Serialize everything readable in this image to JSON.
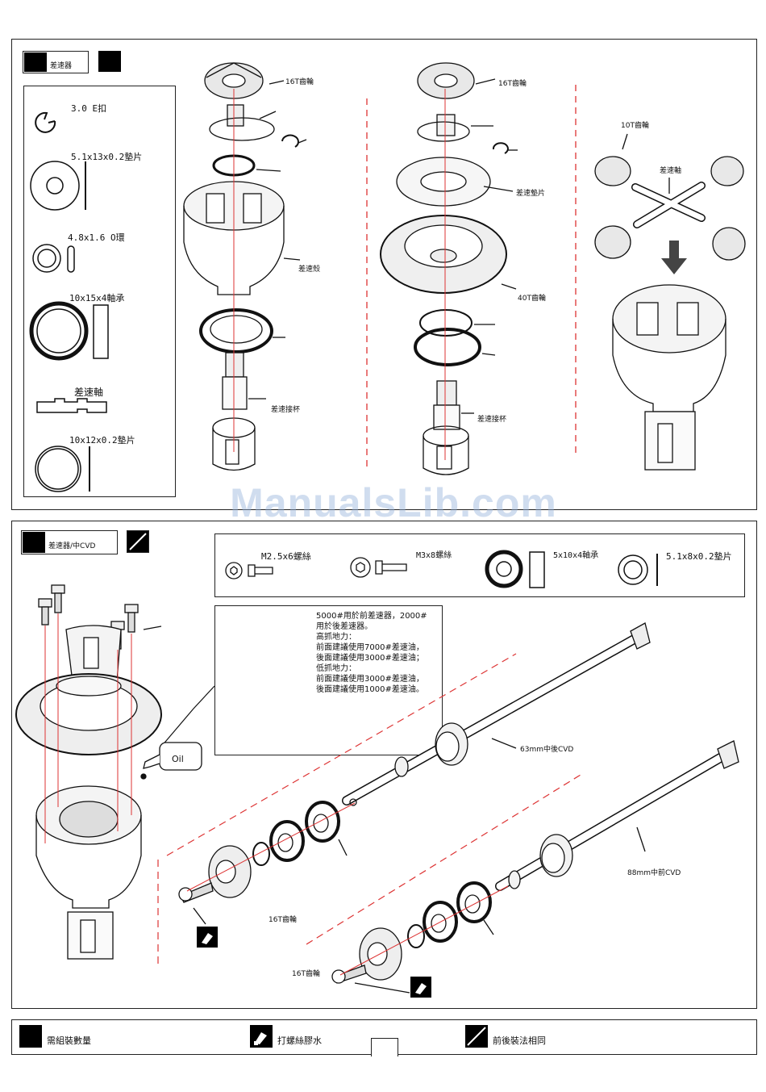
{
  "watermark": "ManualsLib.com",
  "section1": {
    "title": "差速器",
    "parts": [
      {
        "label": "3.0 E扣",
        "icon": "e-clip-icon"
      },
      {
        "label": "5.1x13x0.2墊片",
        "icon": "washer-icon"
      },
      {
        "label": "4.8x1.6 O環",
        "icon": "o-ring-icon"
      },
      {
        "label": "10x15x4軸承",
        "icon": "bearing-icon"
      },
      {
        "label": "差速軸",
        "icon": "shaft-icon"
      },
      {
        "label": "10x12x0.2墊片",
        "icon": "shim-icon"
      }
    ],
    "callouts": {
      "gear16_a": "16T齒輪",
      "case": "差速殼",
      "cup_a": "差速接杯",
      "gear16_b": "16T齒輪",
      "gasket": "差速墊片",
      "gear40": "40T齒輪",
      "cup_b": "差速接杯",
      "gear10": "10T齒輪",
      "diffshaft": "差速軸"
    }
  },
  "section2": {
    "title": "差速器/中CVD",
    "parts": [
      {
        "label": "M2.5x6螺絲",
        "icon": "screw-icon"
      },
      {
        "label": "M3x8螺絲",
        "icon": "screw-icon"
      },
      {
        "label": "5x10x4軸承",
        "icon": "bearing-icon"
      },
      {
        "label": "5.1x8x0.2墊片",
        "icon": "washer-icon"
      }
    ],
    "note": [
      "5000#用於前差速器，2000#",
      "用於後差速器。",
      "高抓地力：",
      "前面建議使用7000#差速油，",
      "後面建議使用3000#差速油；",
      "低抓地力：",
      "前面建議使用3000#差速油，",
      "後面建議使用1000#差速油。"
    ],
    "oil_label": "Oil",
    "callouts": {
      "cvd63": "63mm中後CVD",
      "cvd88": "88mm中前CVD",
      "gear16_a": "16T齒輪",
      "gear16_b": "16T齒輪"
    }
  },
  "legend": [
    {
      "label": "需組裝數量",
      "icon": "quantity-box-icon"
    },
    {
      "label": "打螺絲膠水",
      "icon": "thread-lock-icon"
    },
    {
      "label": "前後裝法相同",
      "icon": "same-front-rear-icon"
    }
  ]
}
